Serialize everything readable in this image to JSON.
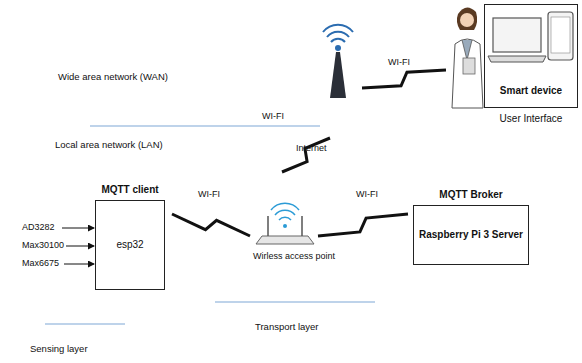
{
  "diagram": {
    "nodes": [
      {
        "text": [
          "Smart device",
          "User Interface"
        ]
      },
      {
        "text": [
          "MQTT client",
          "esp32"
        ]
      },
      {
        "text": [
          "MQTT Broker",
          "Raspberry Pi 3 Server"
        ]
      }
    ],
    "labels": [
      "Wide area network (WAN)",
      "WI-FI",
      "Internet",
      "WI-FI",
      "Local area network (LAN)",
      "AD3282",
      "Max30100",
      "Max6675",
      "WI-FI",
      "WI-FI",
      "Wirless access point",
      "Transport layer",
      "Sensing layer"
    ]
  }
}
